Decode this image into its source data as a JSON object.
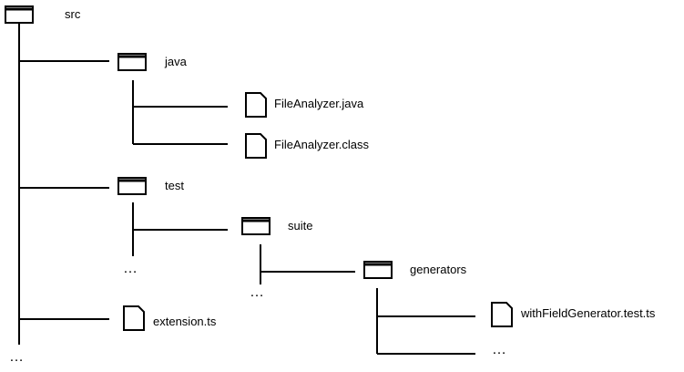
{
  "tree": {
    "src": {
      "label": "src",
      "icon": "folder-icon"
    },
    "java": {
      "label": "java",
      "icon": "folder-icon"
    },
    "file_analyzer_java": {
      "label": "FileAnalyzer.java",
      "icon": "file-icon"
    },
    "file_analyzer_class": {
      "label": "FileAnalyzer.class",
      "icon": "file-icon"
    },
    "test": {
      "label": "test",
      "icon": "folder-icon"
    },
    "suite": {
      "label": "suite",
      "icon": "folder-icon"
    },
    "generators": {
      "label": "generators",
      "icon": "folder-icon"
    },
    "with_field_generator": {
      "label": "withFieldGenerator.test.ts",
      "icon": "file-icon"
    },
    "extension_ts": {
      "label": "extension.ts",
      "icon": "file-icon"
    }
  },
  "ellipsis": "…"
}
